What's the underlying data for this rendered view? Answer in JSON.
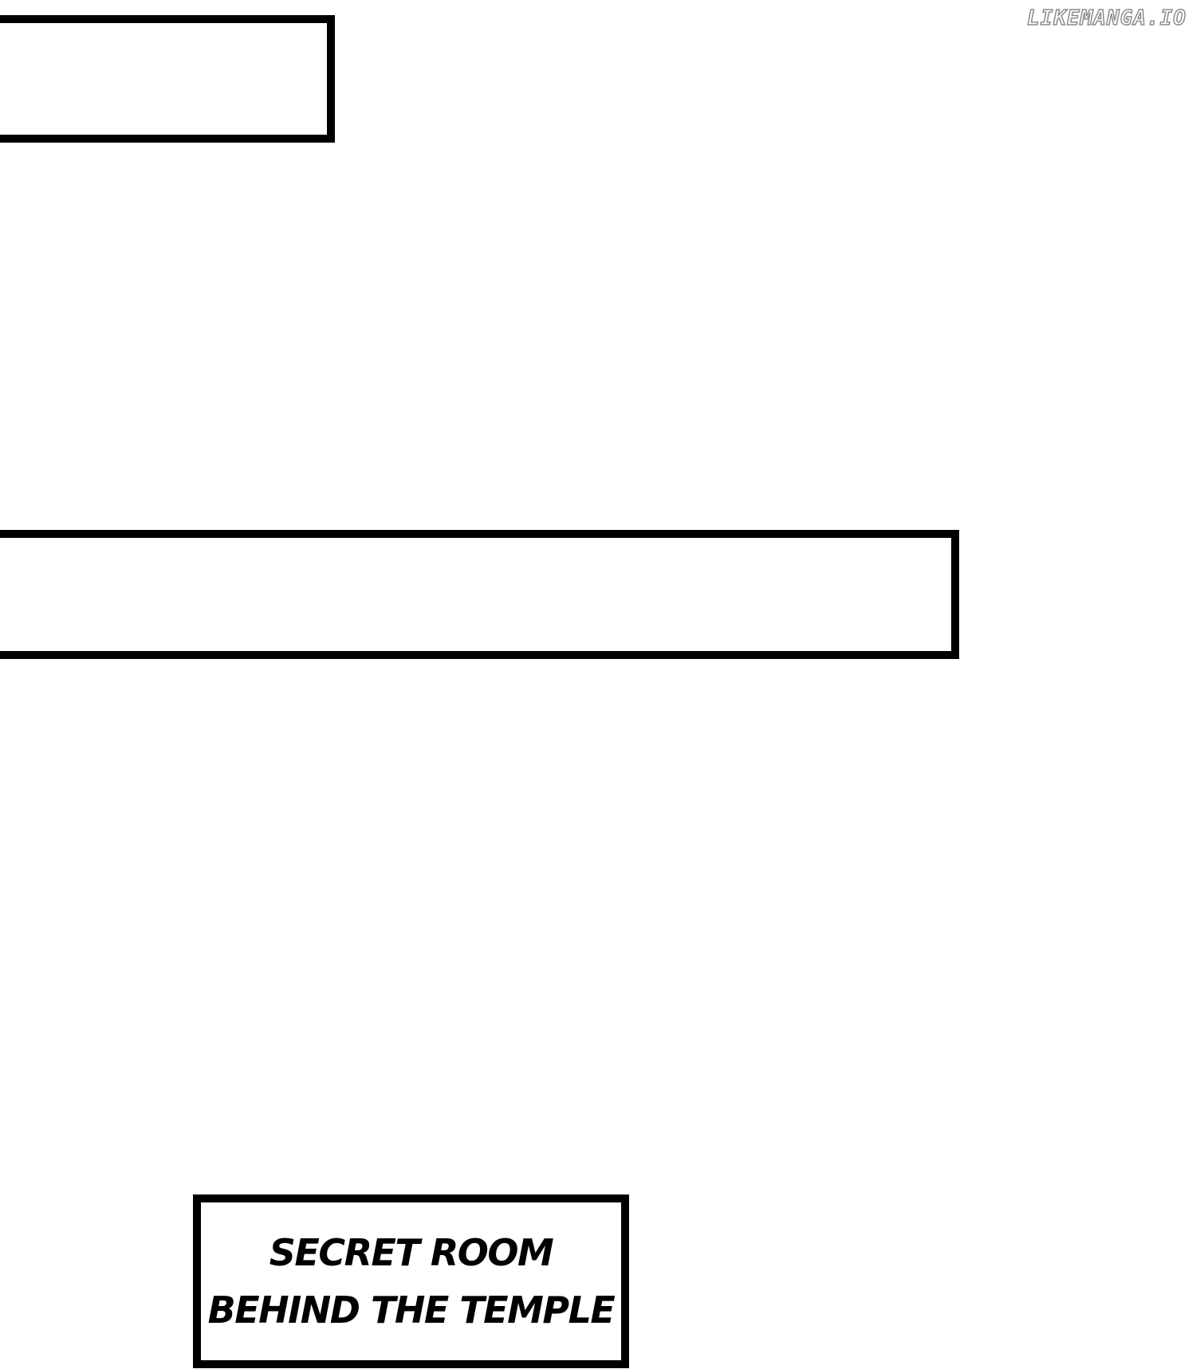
{
  "watermark": {
    "text": "LIKEMANGA.IO"
  },
  "caption": {
    "lines": [
      "SECRET ROOM",
      "BEHIND THE TEMPLE"
    ]
  },
  "colors": {
    "background": "#ffffff",
    "ink": "#000000",
    "watermark_outline": "#8c8c8c"
  }
}
